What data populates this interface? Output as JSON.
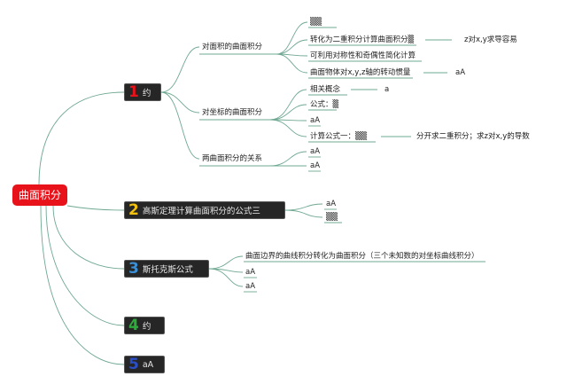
{
  "root": {
    "label": "曲面积分",
    "color": "#e8121a"
  },
  "branches": [
    {
      "num": "1",
      "num_color": "#e8121a",
      "label": "约"
    },
    {
      "num": "2",
      "num_color": "#f4c20d",
      "label": "高斯定理计算曲面积分的公式三"
    },
    {
      "num": "3",
      "num_color": "#3a8fd6",
      "label": "斯托克斯公式"
    },
    {
      "num": "4",
      "num_color": "#2eaa3a",
      "label": "约"
    },
    {
      "num": "5",
      "num_color": "#2b4fc8",
      "label": "aA"
    }
  ],
  "b1": {
    "area": {
      "label": "对面积的曲面积分",
      "items": [
        "▒▒",
        "转化为二重积分计算曲面积分▒",
        "可利用对称性和奇偶性简化计算",
        "曲面物体对x,y,z轴的转动惯量"
      ],
      "note1": "z对x,y求导容易",
      "note2": "aA"
    },
    "coord": {
      "label": "对坐标的曲面积分",
      "items": [
        "相关概念",
        "公式：▒",
        "aA",
        "计算公式一：▒▒"
      ],
      "note1": "a",
      "note2": "分开求二重积分；求z对x,y的导数"
    },
    "relation": {
      "label": "两曲面积分的关系",
      "items": [
        "aA",
        "aA"
      ]
    }
  },
  "b2": {
    "items": [
      "aA",
      "▒▒"
    ]
  },
  "b3": {
    "items": [
      "曲面边界的曲线积分转化为曲面积分（三个未知数的对坐标曲线积分）",
      "aA",
      "aA"
    ]
  }
}
